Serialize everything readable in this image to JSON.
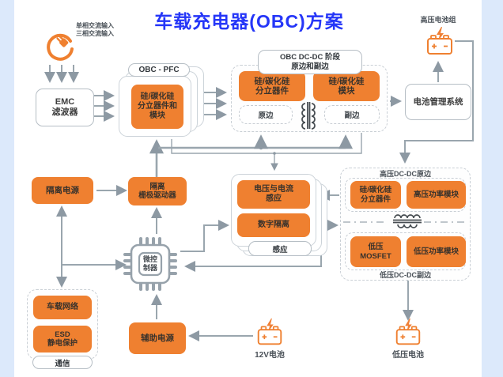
{
  "title": "车载充电器(OBC)方案",
  "ac_input": {
    "label_lines": [
      "单相交流输入",
      "三相交流输入"
    ]
  },
  "emc": {
    "lines": [
      "EMC",
      "滤波器"
    ]
  },
  "pfc": {
    "tag": "OBC - PFC",
    "box_lines": [
      "硅/碳化硅",
      "分立器件和",
      "模块"
    ]
  },
  "obc_dcdc": {
    "tag_lines": [
      "OBC DC-DC 阶段",
      "原边和副边"
    ],
    "discrete_lines": [
      "硅/碳化硅",
      "分立器件"
    ],
    "module_lines": [
      "硅/碳化硅",
      "模块"
    ],
    "primary": "原边",
    "secondary": "副边"
  },
  "bms": {
    "label": "电池管理系统"
  },
  "hv_battery": {
    "label": "高压电池组"
  },
  "drive": {
    "iso_power": "隔离电源",
    "gate_driver_lines": [
      "隔离",
      "栅极驱动器"
    ]
  },
  "sense": {
    "vi_lines": [
      "电压与电流",
      "感应"
    ],
    "digital_iso": "数字隔离",
    "tag": "感应"
  },
  "hv_dcdc": {
    "top_label": "高压DC-DC原边",
    "discrete_lines": [
      "硅/碳化硅",
      "分立器件"
    ],
    "hv_module": "高压功率模块",
    "lv_mosfet_lines": [
      "低压",
      "MOSFET"
    ],
    "lv_module": "低压功率模块",
    "bottom_label": "低压DC-DC副边"
  },
  "mcu": {
    "lines": [
      "微控",
      "制器"
    ]
  },
  "comm": {
    "network": "车载网络",
    "esd_lines": [
      "ESD",
      "静电保护"
    ],
    "tag": "通信"
  },
  "aux": {
    "label": "辅助电源"
  },
  "battery_12v": {
    "label": "12V电池"
  },
  "lv_battery": {
    "label": "低压电池"
  },
  "colors": {
    "accent_orange": "#EF8030",
    "line_gray": "#9AA6AE",
    "title_blue": "#2536F8",
    "edge_blue": "#DCE9FB"
  }
}
